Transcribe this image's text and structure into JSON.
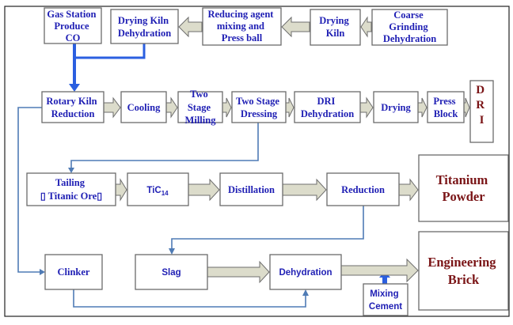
{
  "diagram": {
    "row1": {
      "gas_station": [
        "Gas Station",
        "Produce",
        "CO"
      ],
      "drying_kiln_dehydration": [
        "Drying Kiln",
        "Dehydration"
      ],
      "reducing_agent": [
        "Reducing agent",
        "mixing and",
        "Press ball"
      ],
      "drying_kiln": [
        "Drying",
        "Kiln"
      ],
      "coarse_grinding": [
        "Coarse",
        "Grinding",
        "Dehydration"
      ]
    },
    "row2": {
      "rotary_kiln": [
        "Rotary Kiln",
        "Reduction"
      ],
      "cooling": [
        "Cooling"
      ],
      "two_stage_milling": [
        "Two",
        "Stage",
        "Milling"
      ],
      "two_stage_dressing": [
        "Two Stage",
        "Dressing"
      ],
      "dri_dehydration": [
        "DRI",
        "Dehydration"
      ],
      "drying": [
        "Drying"
      ],
      "press_block": [
        "Press",
        "Block"
      ],
      "dri_product": [
        "D",
        "R",
        "I"
      ]
    },
    "row3": {
      "tailing": [
        "Tailing",
        "▯  Titanic Ore▯"
      ],
      "ticl": {
        "main": "TiC",
        "sub": "14"
      },
      "distillation": [
        "Distillation"
      ],
      "reduction": [
        "Reduction"
      ],
      "titanium_powder": [
        "Titanium",
        "Powder"
      ]
    },
    "row4": {
      "clinker": [
        "Clinker"
      ],
      "slag": [
        "Slag"
      ],
      "dehydration": [
        "Dehydration"
      ],
      "mixing_cement": [
        "Mixing",
        "Cement"
      ],
      "engineering_brick": [
        "Engineering",
        "Brick"
      ]
    },
    "colors": {
      "process_text": "#1f1fb4",
      "product_text": "#7a1416",
      "block_arrow_fill": "#dcdccb",
      "connector_line": "#4f7bb5",
      "gas_flow_line": "#2b5fe0"
    }
  }
}
